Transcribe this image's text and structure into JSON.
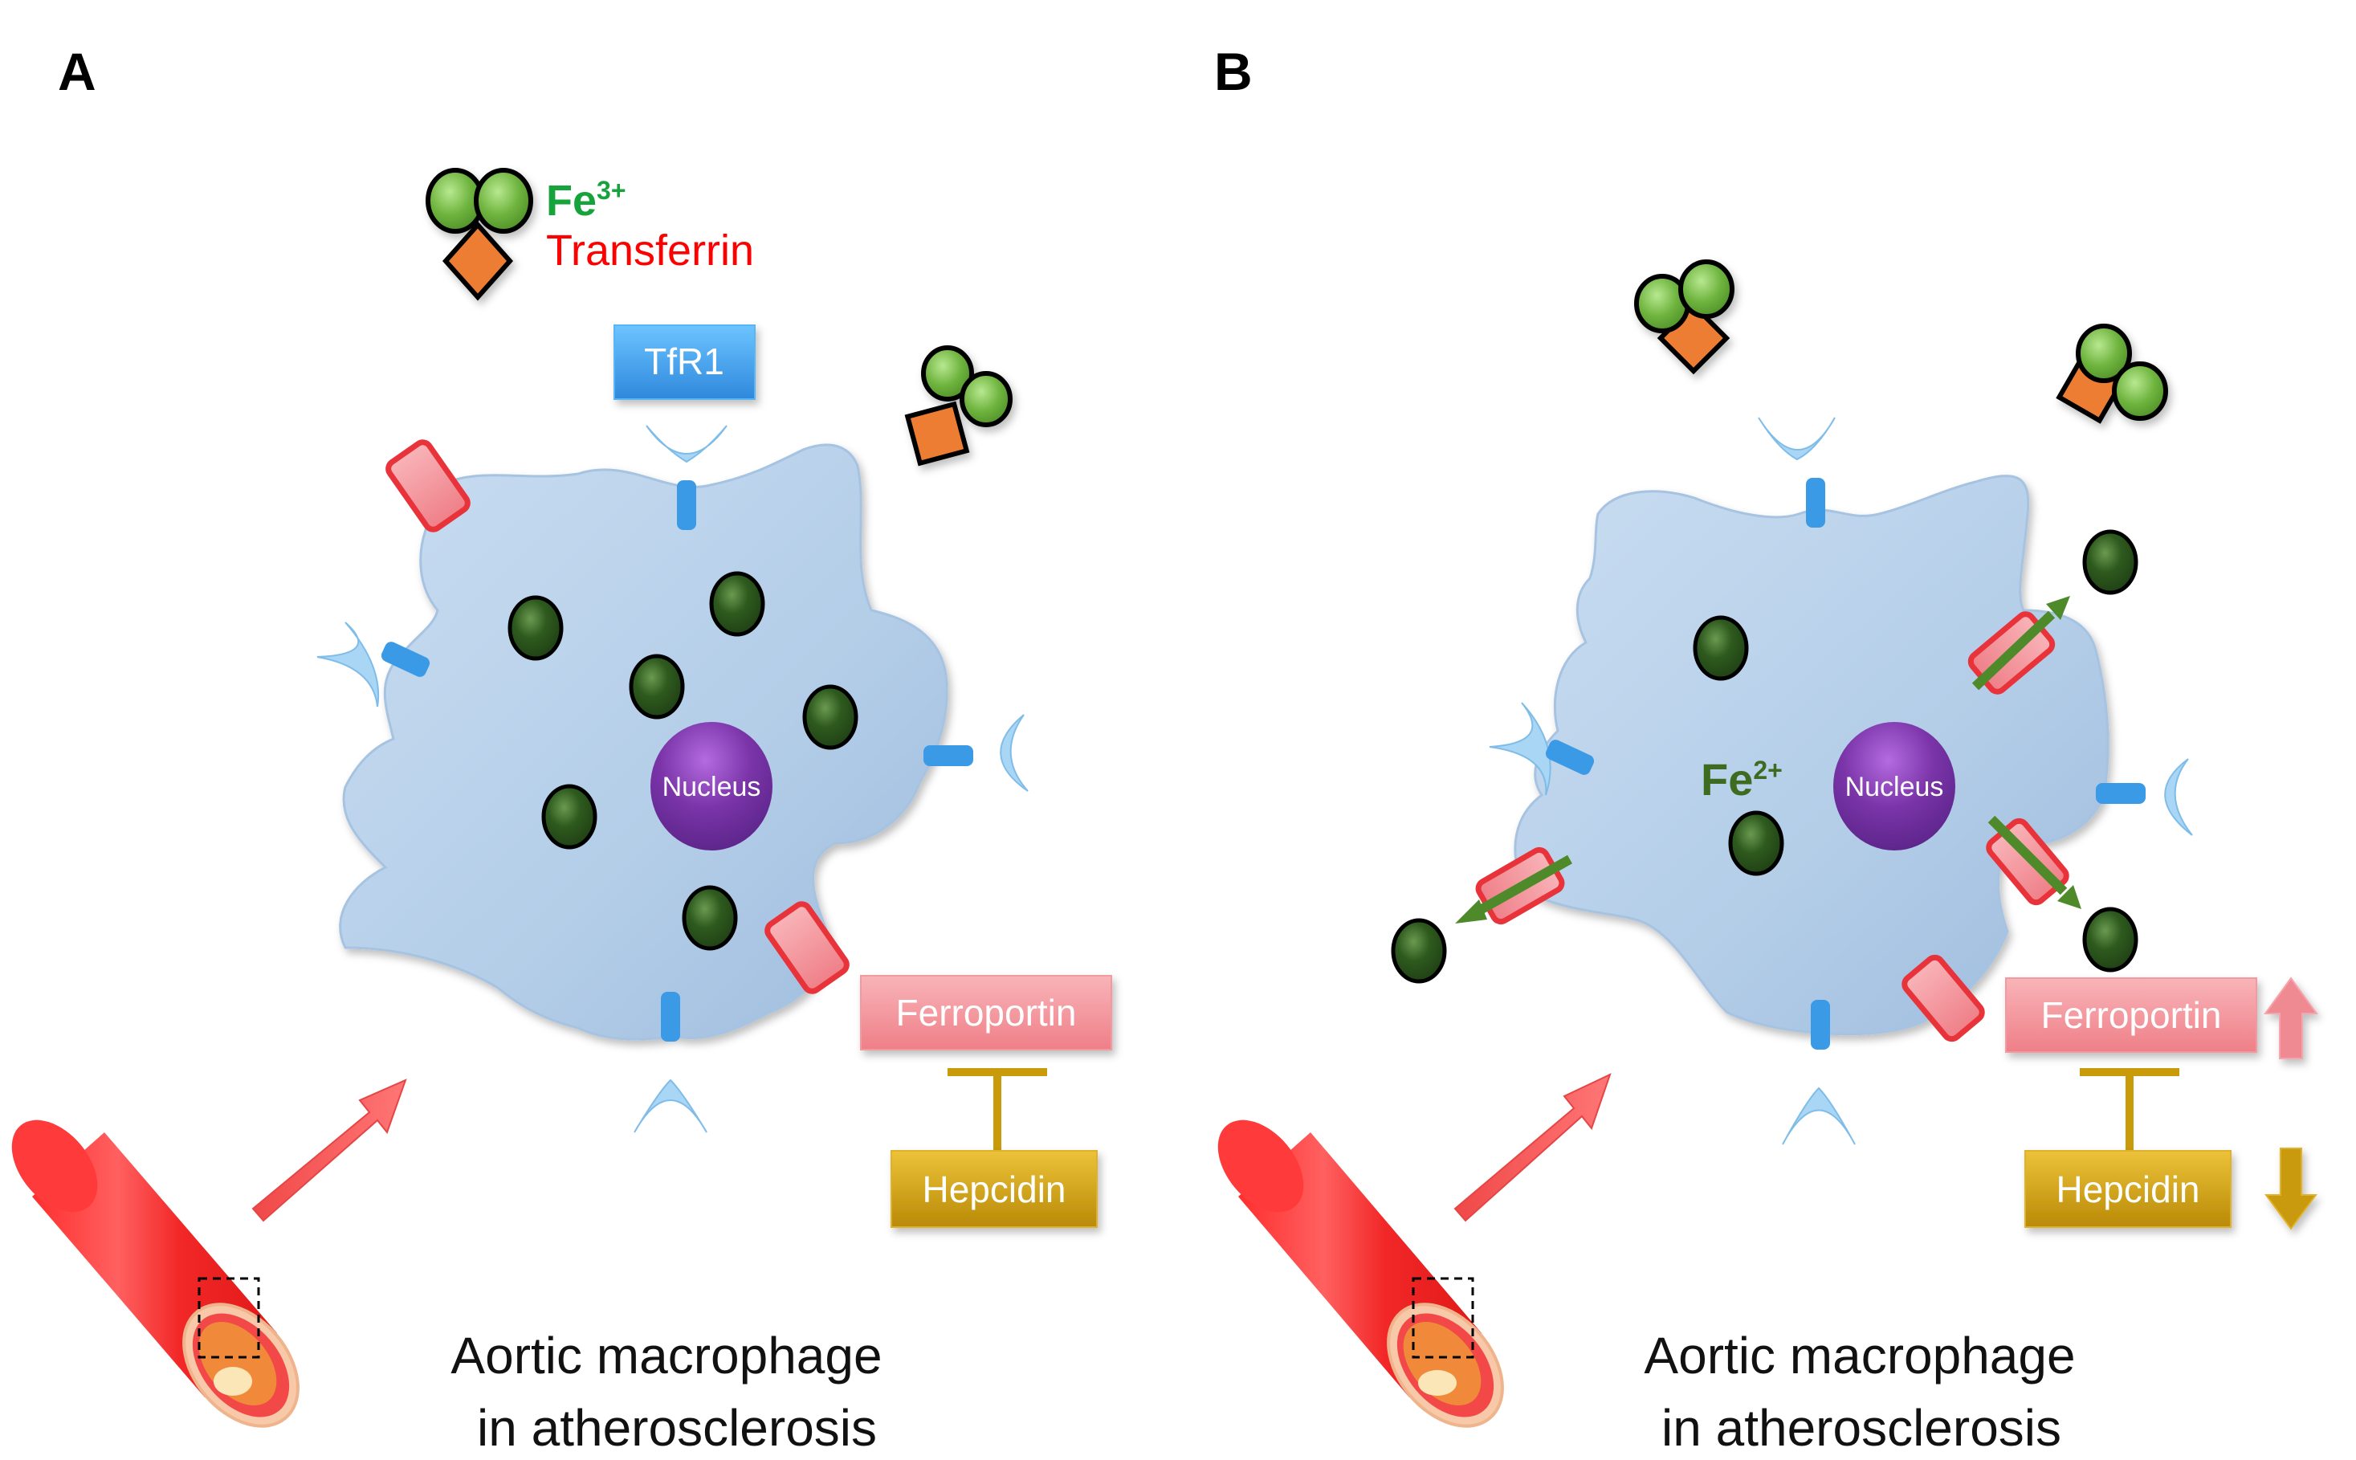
{
  "figure": {
    "panels": [
      {
        "letter": "A",
        "caption_line1": "Aortic macrophage",
        "caption_line2": "in atherosclerosis",
        "nucleus_label": "Nucleus",
        "legend_fe": "Fe",
        "legend_fe_charge": "3+",
        "legend_transferrin": "Transferrin",
        "receptor_label": "TfR1",
        "ferroportin_label": "Ferroportin",
        "hepcidin_label": "Hepcidin"
      },
      {
        "letter": "B",
        "caption_line1": "Aortic macrophage",
        "caption_line2": "in atherosclerosis",
        "nucleus_label": "Nucleus",
        "iron_label": "Fe",
        "iron_charge": "2+",
        "ferroportin_label": "Ferroportin",
        "hepcidin_label": "Hepcidin",
        "ferroportin_trend": "up",
        "hepcidin_trend": "down"
      }
    ],
    "colors": {
      "cell": "#b3cde8",
      "nucleus": "#7a34a8",
      "iron_dark": "#2f5a20",
      "iron_light": "#6fb43f",
      "transferrin": "#ed7d31",
      "tfr1": "#3b9ae6",
      "ferroportin_channel": "#e8333a",
      "ferroportin_box": "#f08a92",
      "hepcidin_box": "#c99a0a",
      "fe3_text": "#17a33b",
      "transferrin_text": "#ff0000",
      "fe2_text": "#3d6b1f",
      "export_arrow": "#4e8a2a",
      "vessel": "#ee2b2b"
    }
  }
}
